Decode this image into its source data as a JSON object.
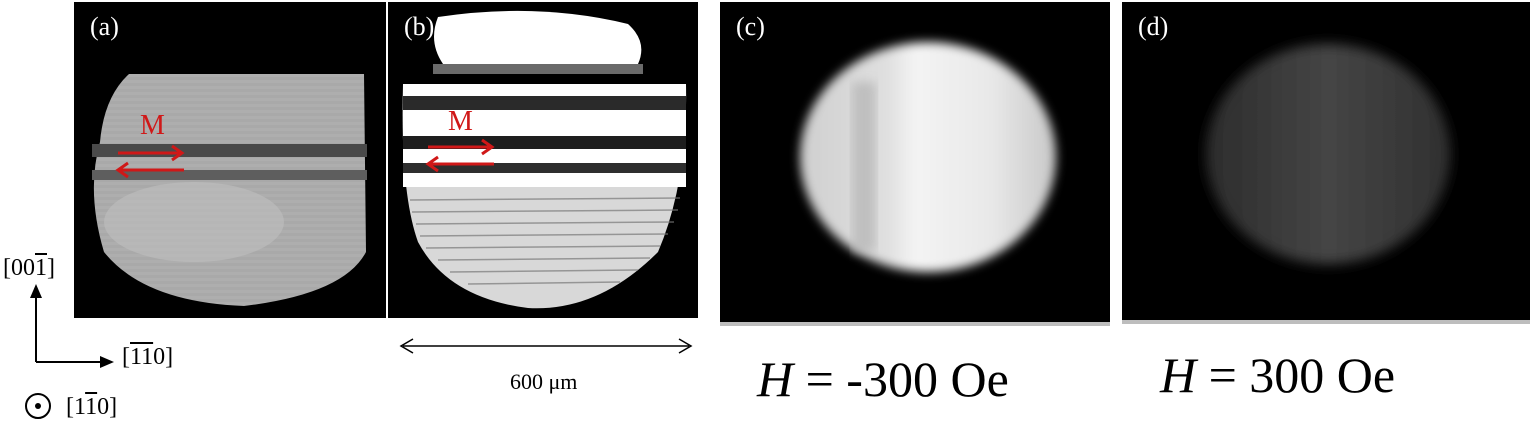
{
  "panels": {
    "a": {
      "label": "(a)",
      "arrow_text": "M"
    },
    "b": {
      "label": "(b)",
      "arrow_text": "M"
    },
    "c": {
      "label": "(c)"
    },
    "d": {
      "label": "(d)"
    }
  },
  "axes": {
    "vertical_pre": "[00",
    "vertical_bar": "1",
    "vertical_post": "]",
    "horizontal_pre": "[",
    "horizontal_bar": "11",
    "horizontal_post": "0]",
    "normal_pre": "[1",
    "normal_bar": "1",
    "normal_post": "0]"
  },
  "scale_bar": {
    "text": "600 μm"
  },
  "fields": {
    "c": {
      "symbol": "H",
      "rest": " = -300 Oe"
    },
    "d": {
      "symbol": "H",
      "rest": " = 300 Oe"
    }
  },
  "colors": {
    "arrow": "#d01818",
    "panel_bg": "#000000"
  }
}
